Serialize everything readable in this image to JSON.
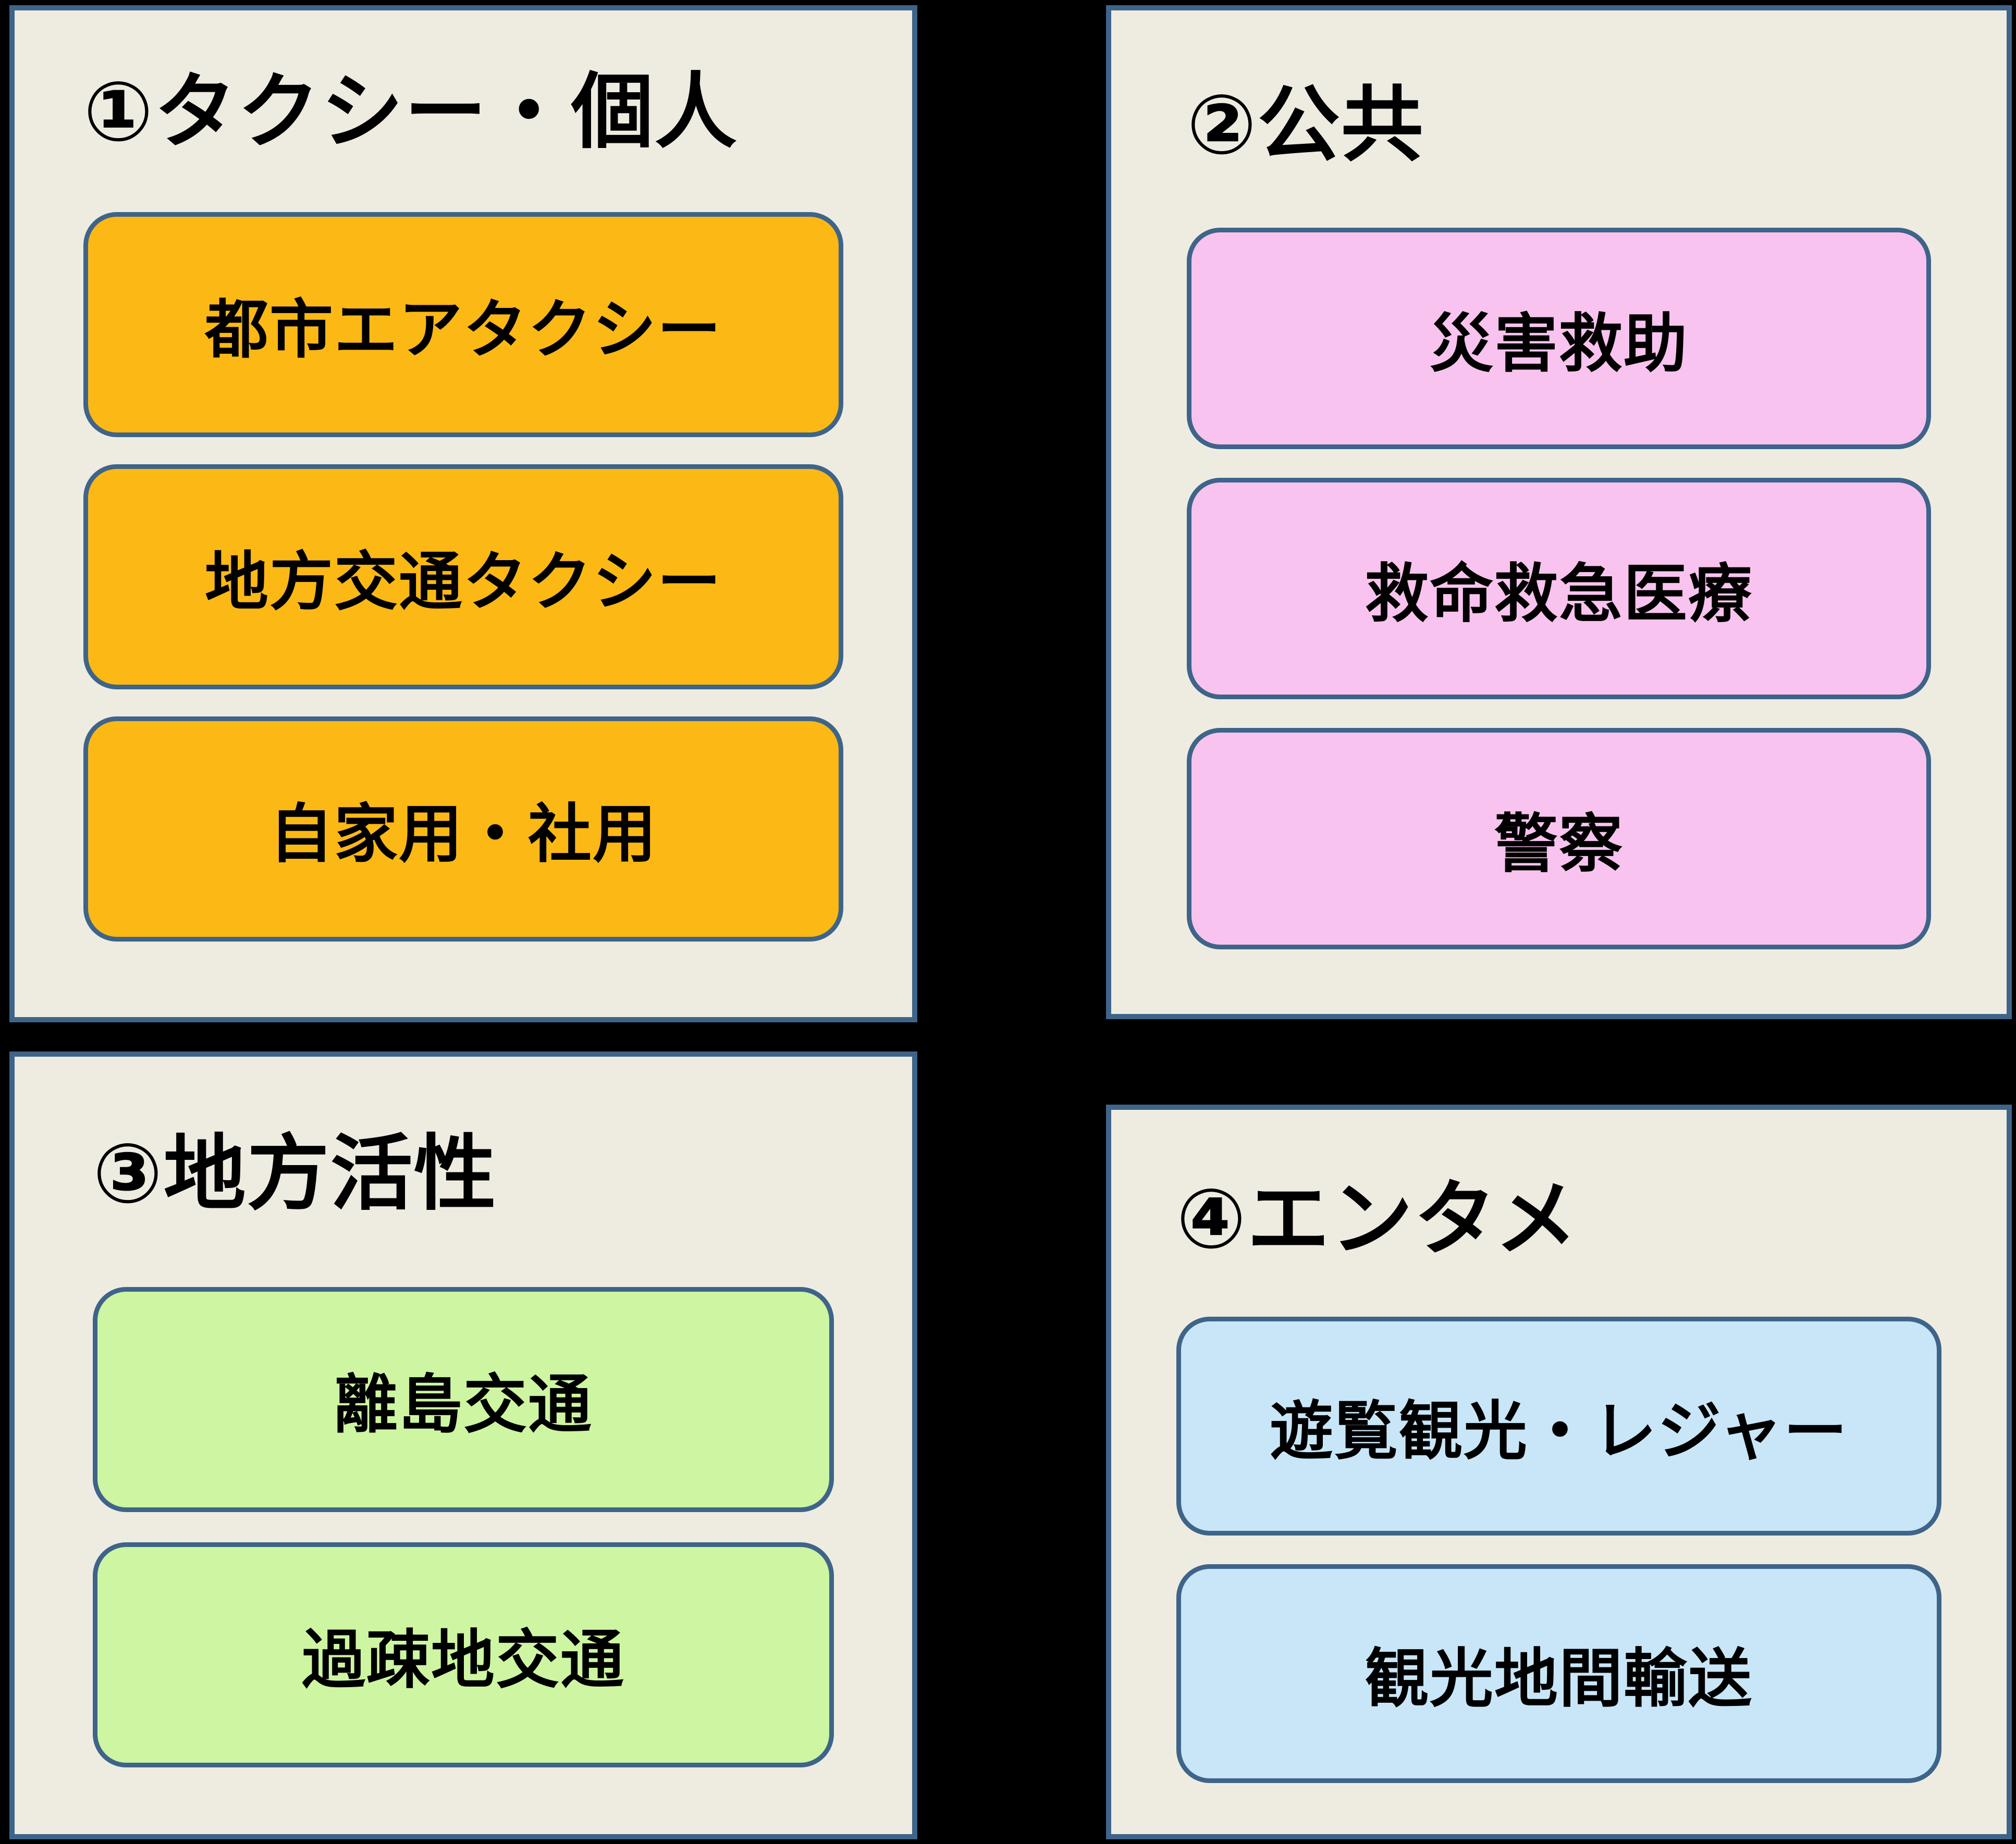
{
  "colors": {
    "background": "#000000",
    "panel_background": "#EEECE1",
    "border_blue": "#3E6489",
    "taxi_orange": "#FCB814",
    "public_pink": "#F8C3EE",
    "regional_green": "#CDF5A2",
    "entertainment_blue": "#C8E6F8",
    "text": "#000000"
  },
  "panels": [
    {
      "title": "①タクシー・個人",
      "color": "#FCB814",
      "items": [
        "都市エアタクシー",
        "地方交通タクシー",
        "自家用・社用"
      ]
    },
    {
      "title": "②公共",
      "color": "#F8C3EE",
      "items": [
        "災害救助",
        "救命救急医療",
        "警察"
      ]
    },
    {
      "title": "③地方活性",
      "color": "#CDF5A2",
      "items": [
        "離島交通",
        "過疎地交通"
      ]
    },
    {
      "title": "④エンタメ",
      "color": "#C8E6F8",
      "items": [
        "遊覧観光・レジャー",
        "観光地間輸送"
      ]
    }
  ]
}
